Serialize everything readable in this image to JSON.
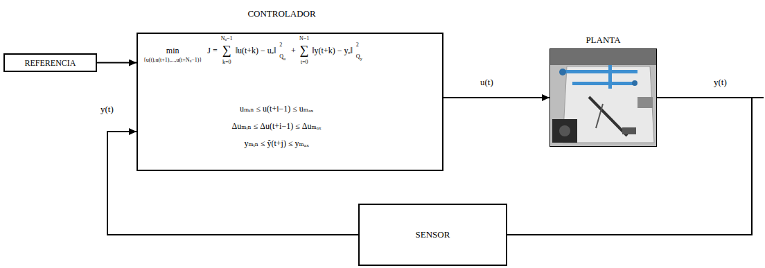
{
  "diagram": {
    "nodes": [
      {
        "text": [
          "REFERENCIA"
        ]
      },
      {
        "text": [
          "CONTROLADOR",
          "min",
          "{u(t),u(t+1),...,u(t+Nᵤ−1)}",
          "J =",
          "∑",
          "Nᵤ−1",
          "k=0",
          "‖u(t+k) − uₑ‖",
          "2",
          "Q",
          "u",
          "+",
          "∑",
          "N−1",
          "t=0",
          "‖y(t+k) − yₑ‖",
          "2",
          "Q",
          "y",
          "uₘᵢₙ ≤ u(t+i−1) ≤ uₘₐₓ",
          "Δuₘᵢₙ ≤ Δu(t+i−1) ≤ Δuₘₐₓ",
          "yₘᵢₙ ≤ ŷ(t+j) ≤ yₘₐₓ"
        ]
      },
      {
        "text": [
          "PLANTA"
        ]
      },
      {
        "text": [
          "SENSOR"
        ]
      }
    ],
    "edges": [
      {
        "from": 0,
        "to": 1,
        "arrow": "to"
      },
      {
        "from": 1,
        "to": 2,
        "label": "u(t)",
        "arrow": "to"
      },
      {
        "from": 2,
        "to": 3,
        "label": "y(t)",
        "arrow": "none"
      },
      {
        "from": 3,
        "to": 1,
        "label": "y(t)",
        "arrow": "to"
      }
    ]
  }
}
